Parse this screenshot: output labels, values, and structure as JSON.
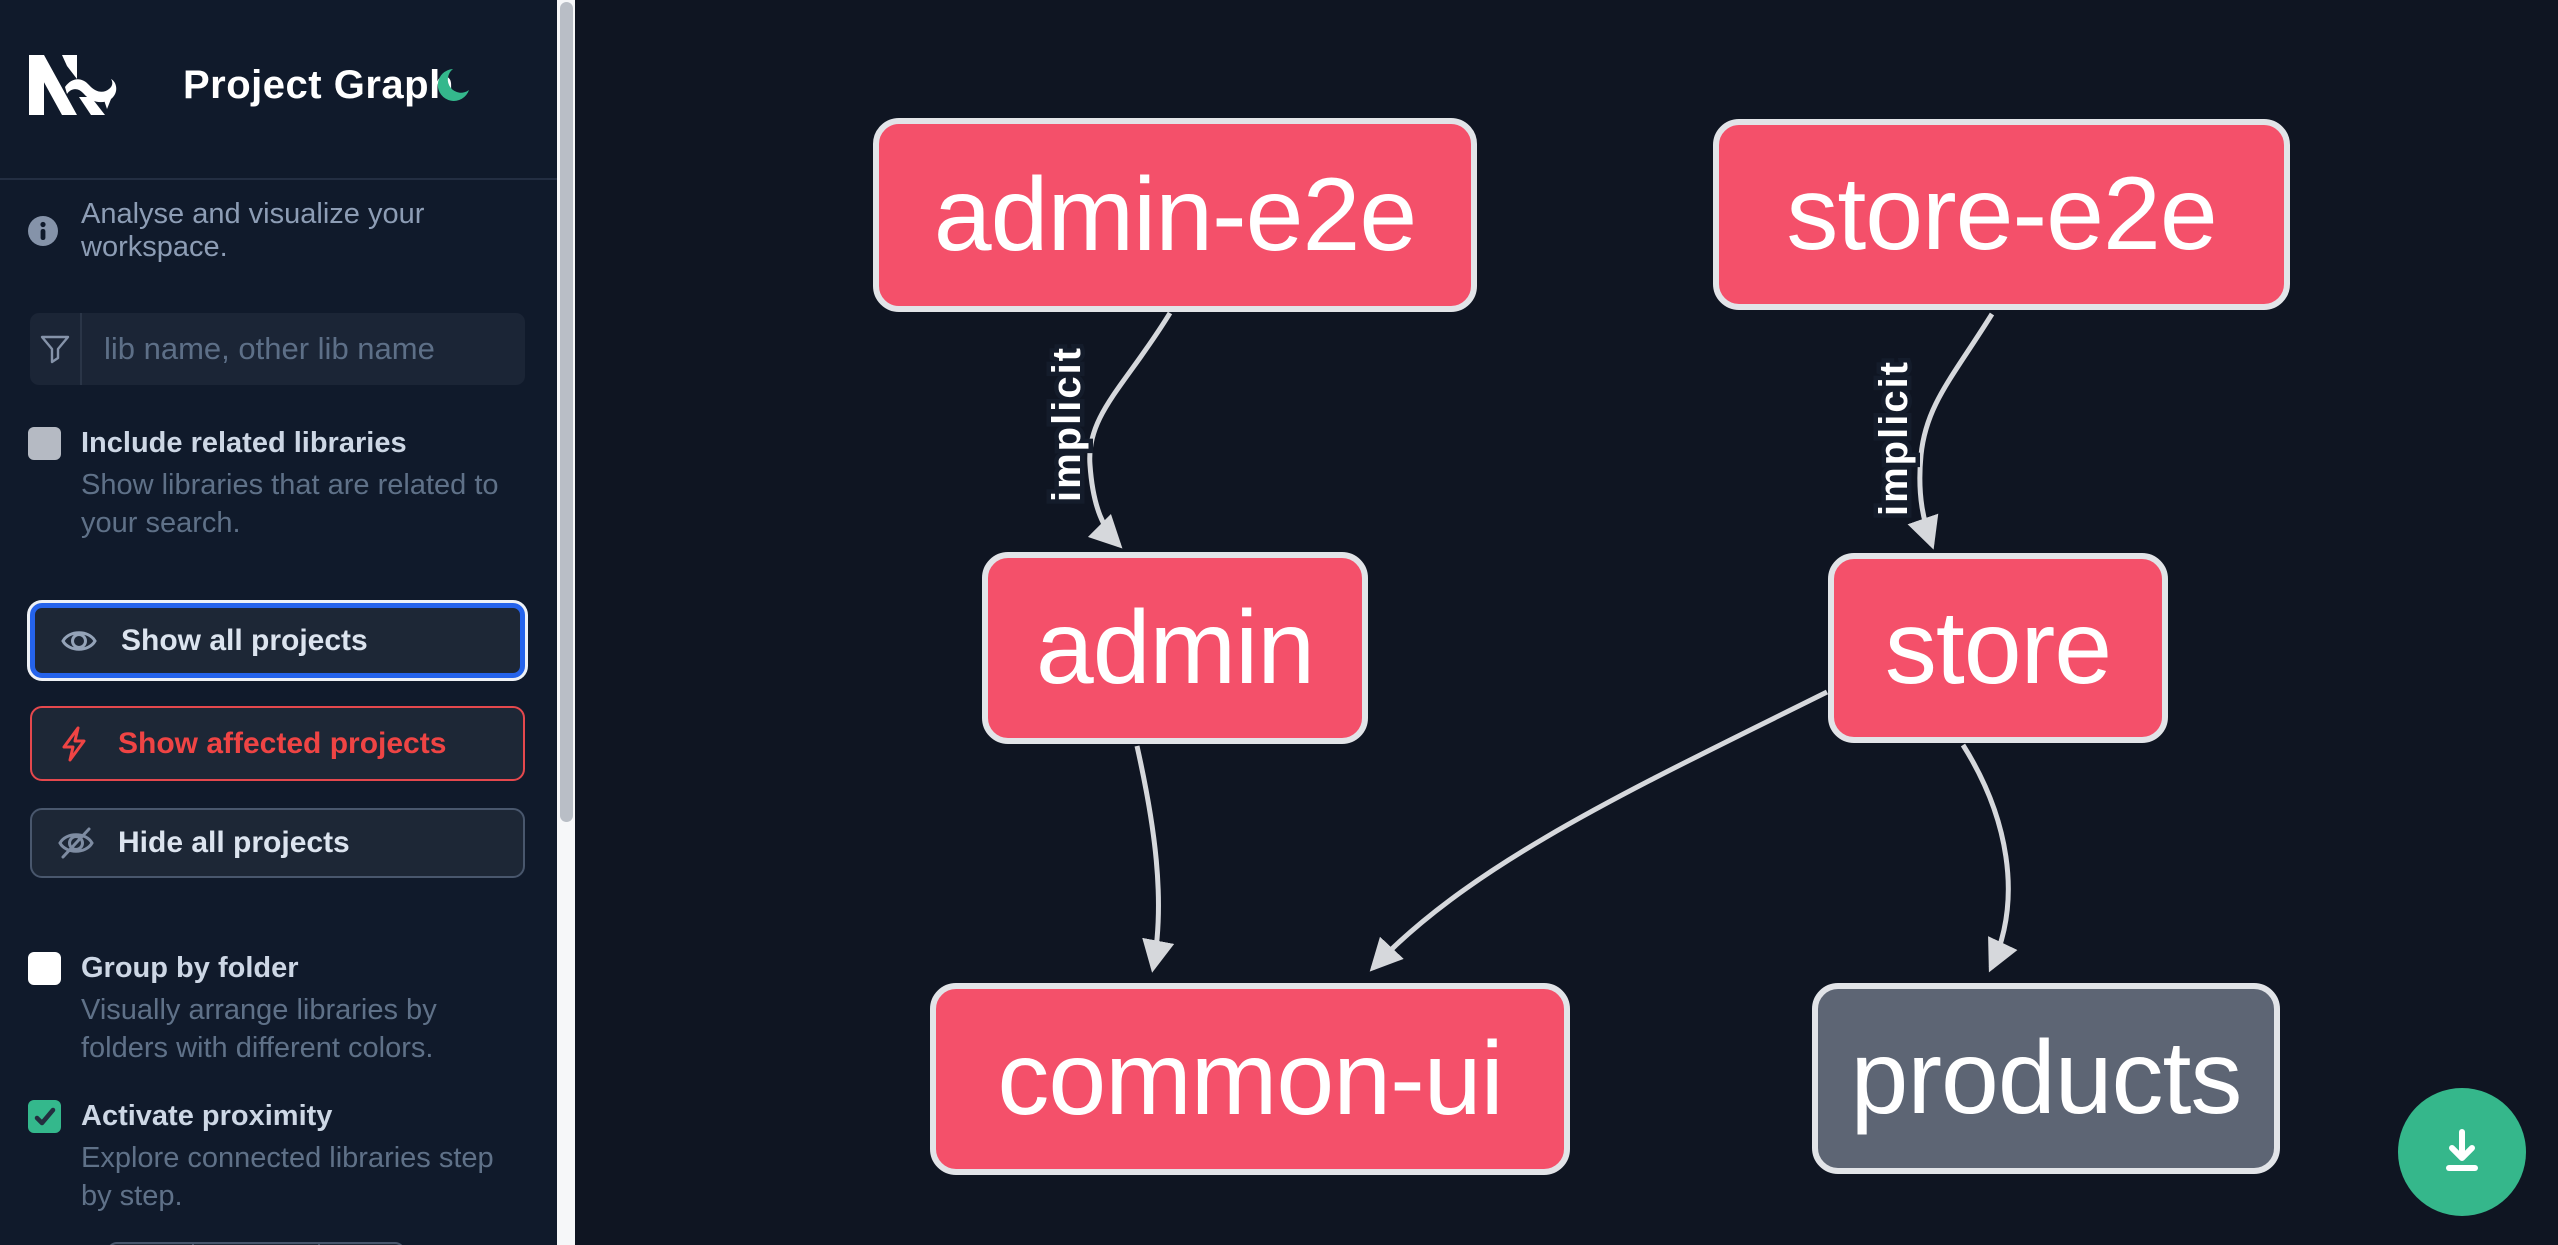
{
  "header": {
    "title": "Project Graph",
    "logo": "nx-logo",
    "theme_toggle_icon": "moon-icon"
  },
  "sidebar": {
    "tagline": "Analyse and visualize your workspace.",
    "filter_placeholder": "lib name, other lib name",
    "checkboxes": [
      {
        "label": "Include related libraries",
        "description": "Show libraries that are related to your search.",
        "checked": false,
        "disabled": true
      },
      {
        "label": "Group by folder",
        "description": "Visually arrange libraries by folders with different colors.",
        "checked": false,
        "disabled": false
      },
      {
        "label": "Activate proximity",
        "description": "Explore connected libraries step by step.",
        "checked": true,
        "disabled": false
      }
    ],
    "buttons": [
      {
        "label": "Show all projects",
        "icon": "eye-icon",
        "state": "focused"
      },
      {
        "label": "Show affected projects",
        "icon": "bolt-icon",
        "state": "danger"
      },
      {
        "label": "Hide all projects",
        "icon": "eye-off-icon",
        "state": "default"
      }
    ]
  },
  "graph": {
    "nodes": [
      {
        "id": "admin-e2e",
        "label": "admin-e2e",
        "status": "affected"
      },
      {
        "id": "store-e2e",
        "label": "store-e2e",
        "status": "affected"
      },
      {
        "id": "admin",
        "label": "admin",
        "status": "affected"
      },
      {
        "id": "store",
        "label": "store",
        "status": "affected"
      },
      {
        "id": "common-ui",
        "label": "common-ui",
        "status": "affected"
      },
      {
        "id": "products",
        "label": "products",
        "status": "unaffected"
      }
    ],
    "edges": [
      {
        "from": "admin-e2e",
        "to": "admin",
        "label": "implicit"
      },
      {
        "from": "store-e2e",
        "to": "store",
        "label": "implicit"
      },
      {
        "from": "admin",
        "to": "common-ui",
        "label": ""
      },
      {
        "from": "store",
        "to": "common-ui",
        "label": ""
      },
      {
        "from": "store",
        "to": "products",
        "label": ""
      }
    ],
    "colors": {
      "affected_node": "#f4506a",
      "unaffected_node": "#5d6574",
      "node_border": "#e2e4e8",
      "edge": "#d6d8dc",
      "accent_green": "#34b88c",
      "focus_blue": "#2563eb",
      "danger_red": "#ef4444"
    }
  },
  "fab": {
    "icon": "download-icon"
  }
}
